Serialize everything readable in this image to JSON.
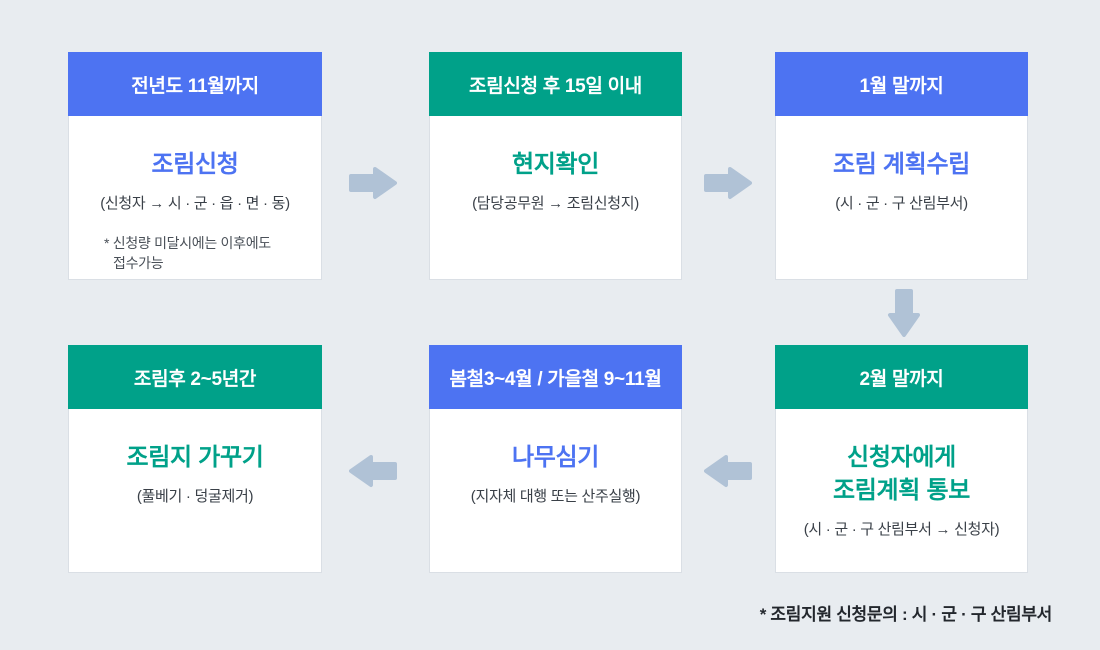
{
  "diagram": {
    "footer_note": "* 조림지원 신청문의 : 시 · 군 · 구 산림부서"
  },
  "colors": {
    "background": "#e8ecf0",
    "blue": "#4d73f2",
    "teal": "#00a189",
    "arrow": "#b0c2d6"
  },
  "steps": [
    {
      "header": "전년도 11월까지",
      "title": "조림신청",
      "subtitle": "(신청자 → 시 · 군 · 읍 · 면 · 동)",
      "note_line1": "* 신청량 미달시에는 이후에도",
      "note_line2": "접수가능",
      "theme": "blue"
    },
    {
      "header": "조림신청 후 15일 이내",
      "title": "현지확인",
      "subtitle": "(담당공무원 → 조림신청지)",
      "theme": "teal"
    },
    {
      "header": "1월 말까지",
      "title": "조림 계획수립",
      "subtitle": "(시 · 군 · 구 산림부서)",
      "theme": "blue"
    },
    {
      "header": "2월 말까지",
      "title": "신청자에게",
      "title_line2": "조림계획 통보",
      "subtitle": "(시 · 군 · 구 산림부서 → 신청자)",
      "theme": "teal"
    },
    {
      "header": "봄철3~4월 / 가을철 9~11월",
      "title": "나무심기",
      "subtitle": "(지자체 대행 또는 산주실행)",
      "theme": "blue"
    },
    {
      "header": "조림후 2~5년간",
      "title": "조림지 가꾸기",
      "subtitle": "(풀베기 · 덩굴제거)",
      "theme": "teal"
    }
  ]
}
